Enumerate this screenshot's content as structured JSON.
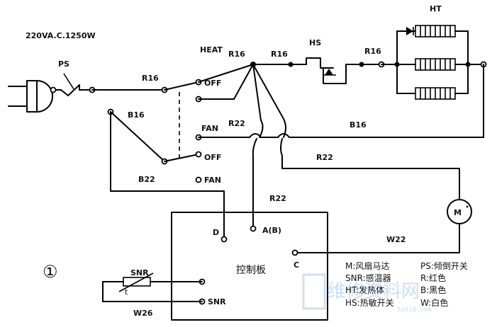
{
  "title": "220VA.C.1250W",
  "figure_number": "①",
  "components": {
    "ps": "PS",
    "hs": "HS",
    "ht": "HT",
    "snr": "SNR",
    "motor": "M"
  },
  "switch_positions": {
    "heat": "HEAT",
    "off_top": "OFF",
    "fan_top": "FAN",
    "off_bottom": "OFF",
    "fan_bottom": "FAN"
  },
  "wire_labels": {
    "r16_switch": "R16",
    "r16_a": "R16",
    "r16_b": "R16",
    "r16_c": "R16",
    "b16_left": "B16",
    "b16_right": "B16",
    "r22_a": "R22",
    "r22_b": "R22",
    "r22_c": "R22",
    "b22": "B22",
    "w22": "W22",
    "w26": "W26"
  },
  "control_board": {
    "label": "控制板",
    "terminal_d": "D",
    "terminal_a": "A(B)",
    "terminal_c": "C",
    "terminal_snr": "SNR"
  },
  "legend_left": [
    "M:风扇马达",
    "SNR:感温器",
    "HT:发热体",
    "HS:热敏开关"
  ],
  "legend_right": [
    "PS:倾倒开关",
    "R:红色",
    "B:黑色",
    "W:白色"
  ],
  "watermark": {
    "text": "维修资料网",
    "url": "52018.com"
  }
}
